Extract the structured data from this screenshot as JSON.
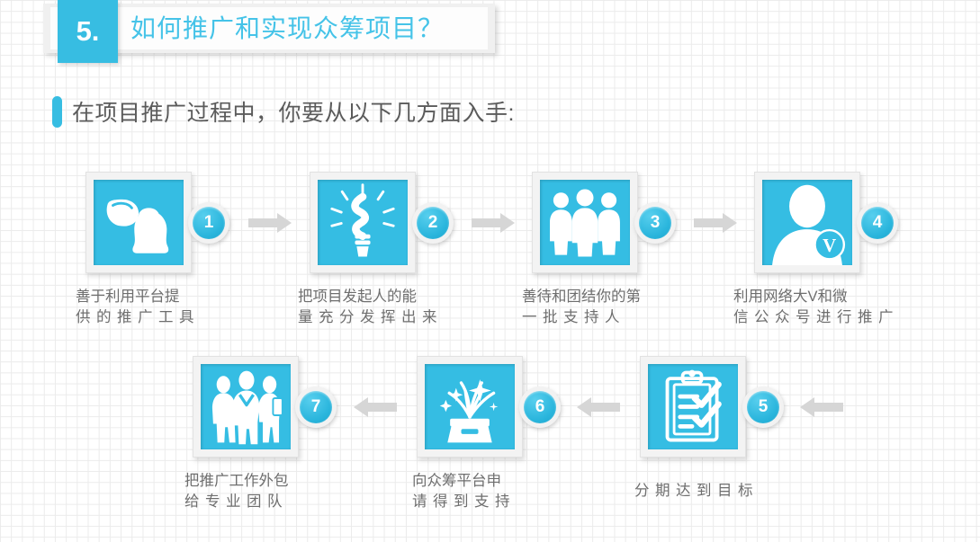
{
  "slide": {
    "title": {
      "number": "5.",
      "text": "如何推广和实现众筹项目？"
    },
    "subtitle": "在项目推广过程中，你要从以下几方面入手:",
    "accent_color": "#35bde3",
    "caption_color": "#6e6e6e",
    "title_text_color": "#45c3e8"
  },
  "steps": [
    {
      "number": "1",
      "icon": "social-platform-icon",
      "caption_line1": "善于利用平台提",
      "caption_line2": "供的推广工具"
    },
    {
      "number": "2",
      "icon": "lightbulb-icon",
      "caption_line1": "把项目发起人的能",
      "caption_line2": "量充分发挥出来"
    },
    {
      "number": "3",
      "icon": "three-people-icon",
      "caption_line1": "善待和团结你的第",
      "caption_line2": "一批支持人"
    },
    {
      "number": "4",
      "icon": "verified-user-icon",
      "caption_line1": "利用网络大V和微",
      "caption_line2": "信公众号进行推广"
    },
    {
      "number": "5",
      "icon": "clipboard-checklist-icon",
      "caption_line1": "分期达到目标",
      "caption_line2": ""
    },
    {
      "number": "6",
      "icon": "gift-box-sparkle-icon",
      "caption_line1": "向众筹平台申",
      "caption_line2": "请得到支持"
    },
    {
      "number": "7",
      "icon": "business-team-icon",
      "caption_line1": "把推广工作外包",
      "caption_line2": "给专业团队"
    }
  ],
  "arrows": [
    {
      "name": "arrow-1-to-2",
      "direction": "right"
    },
    {
      "name": "arrow-2-to-3",
      "direction": "right"
    },
    {
      "name": "arrow-3-to-4",
      "direction": "right"
    },
    {
      "name": "arrow-4-to-5",
      "direction": "left"
    },
    {
      "name": "arrow-5-to-6",
      "direction": "left"
    },
    {
      "name": "arrow-6-to-7",
      "direction": "left"
    }
  ]
}
